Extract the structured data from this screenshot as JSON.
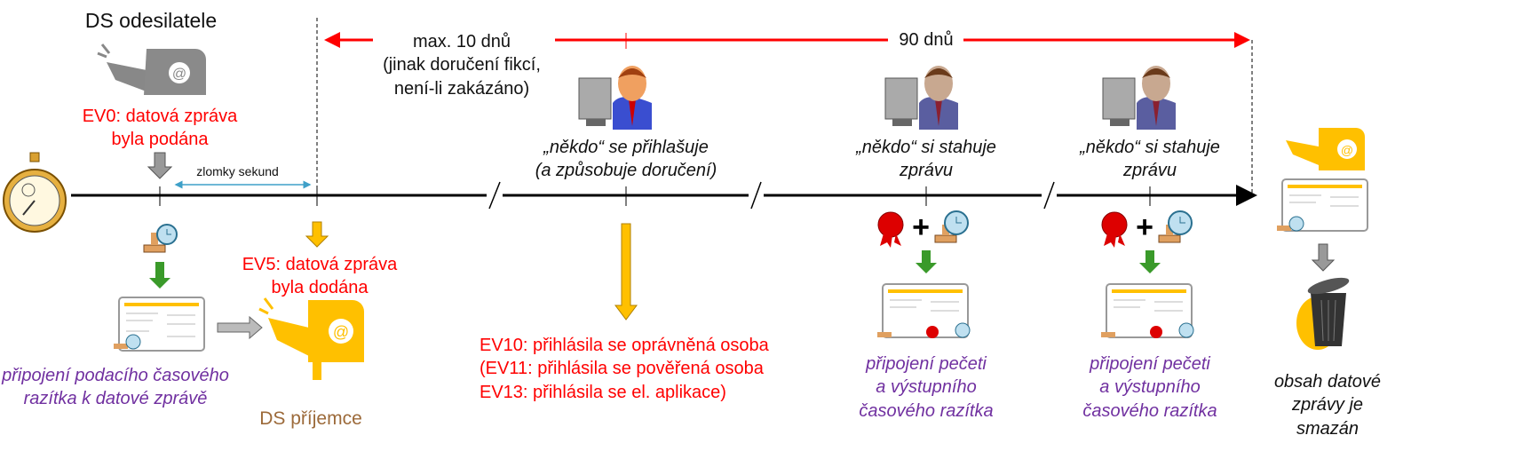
{
  "sender": {
    "label": "DS odesilatele",
    "event": [
      "EV0: datová zpráva",
      "byla podána"
    ],
    "duration": "zlomky sekund",
    "stamp_caption": [
      "připojení podacího časového",
      "razítka k datové zprávě"
    ]
  },
  "recipient": {
    "label": "DS příjemce",
    "event": [
      "EV5: datová zpráva",
      "byla dodána"
    ]
  },
  "periods": {
    "max_label": [
      "max. 10 dnů",
      "(jinak doručení fikcí,",
      "není-li zakázáno)"
    ],
    "ninety_label": "90 dnů"
  },
  "login": {
    "caption": [
      "„někdo“ se přihlašuje",
      "(a způsobuje doručení)"
    ],
    "events": [
      "EV10: přihlásila se oprávněná osoba",
      "(EV11: přihlásila se pověřená osoba",
      "EV13: přihlásila se el. aplikace)"
    ]
  },
  "downloads": [
    {
      "caption": [
        "„někdo“ si stahuje",
        "zprávu"
      ],
      "result": [
        "připojení pečeti",
        "a  výstupního",
        "časového razítka"
      ]
    },
    {
      "caption": [
        "„někdo“ si stahuje",
        "zprávu"
      ],
      "result": [
        "připojení pečeti",
        "a výstupního",
        "časového razítka"
      ]
    }
  ],
  "deletion": {
    "caption": [
      "obsah datové",
      "zprávy je",
      "smazán"
    ]
  },
  "colors": {
    "red": "#ff0000",
    "purple": "#7030a0",
    "yellow": "#ffc000",
    "green": "#3a9a2a",
    "gray": "#7f7f7f",
    "brown": "#9c6a3a",
    "blue": "#3fa0c8"
  }
}
